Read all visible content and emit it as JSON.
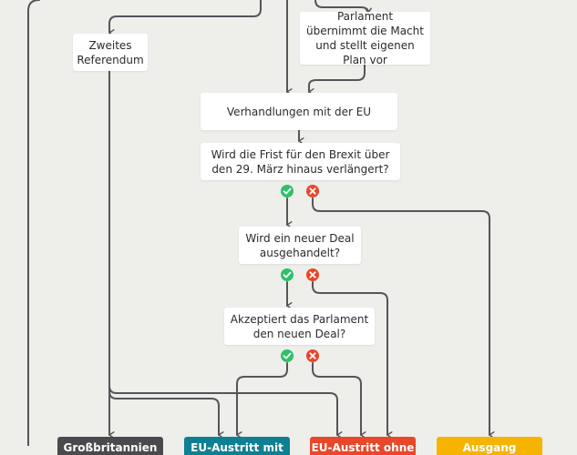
{
  "nodes": {
    "second_referendum": "Zweites Referendum",
    "parliament_takes_over": "Parlament übernimmt die Macht und stellt eigenen Plan vor",
    "negotiations": "Verhandlungen mit der EU",
    "deadline_extended": "Wird die Frist für den Brexit über den 29. März hinaus verlängert?",
    "new_deal": "Wird ein neuer Deal ausgehandelt?",
    "parliament_accepts": "Akzeptiert das Parlament den neuen Deal?"
  },
  "outcomes": [
    {
      "label": "Großbritannien",
      "color": "#4a4a4e"
    },
    {
      "label": "EU-Austritt mit",
      "color": "#0f7f93"
    },
    {
      "label": "EU-Austritt ohne",
      "color": "#e8472a"
    },
    {
      "label": "Ausgang",
      "color": "#f6b400"
    }
  ],
  "badges": {
    "yes_icon": "check-icon",
    "no_icon": "cross-icon",
    "yes_color": "#2ec06a",
    "no_color": "#e8472a"
  },
  "line_color": "#55555a",
  "background_color": "#eeeeea"
}
